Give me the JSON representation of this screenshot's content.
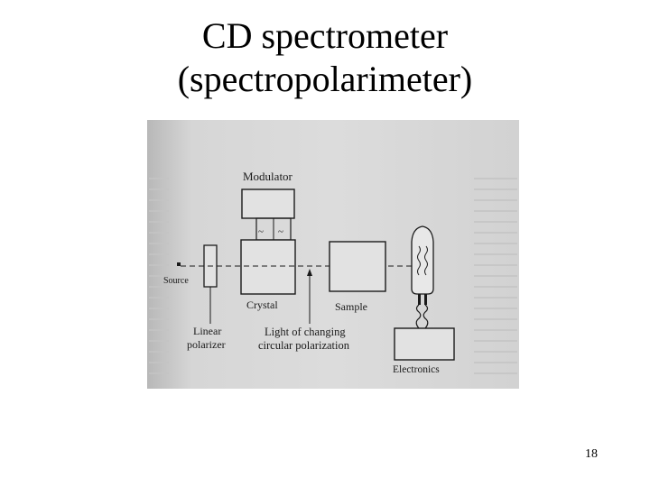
{
  "slide": {
    "title_line1": "CD spectrometer",
    "title_line2": "(spectropolarimeter)",
    "page_number": "18"
  },
  "diagram": {
    "labels": {
      "modulator": "Modulator",
      "source": "Source",
      "crystal": "Crystal",
      "sample": "Sample",
      "linear_polarizer_line1": "Linear",
      "linear_polarizer_line2": "polarizer",
      "light_line1": "Light of changing",
      "light_line2": "circular polarization",
      "electronics": "Electronics",
      "tilde_left": "~",
      "tilde_right": "~"
    }
  },
  "colors": {
    "page_bg": "#ffffff",
    "scan_bg": "#d9d9d9",
    "ink": "#1a1a1a"
  }
}
